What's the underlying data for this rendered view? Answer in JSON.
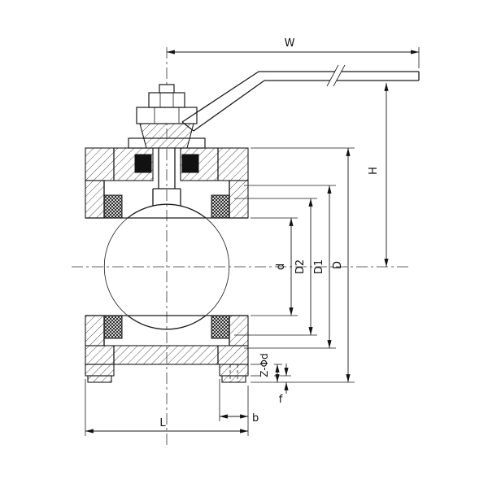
{
  "drawing": {
    "background": "#ffffff",
    "line_color": "#1a1a1a",
    "dim_labels": {
      "W": "W",
      "H": "H",
      "d": "d",
      "D2": "D2",
      "D1": "D1",
      "D": "D",
      "Z": "Z-Φd",
      "f": "f",
      "b": "b",
      "L": "L"
    }
  }
}
